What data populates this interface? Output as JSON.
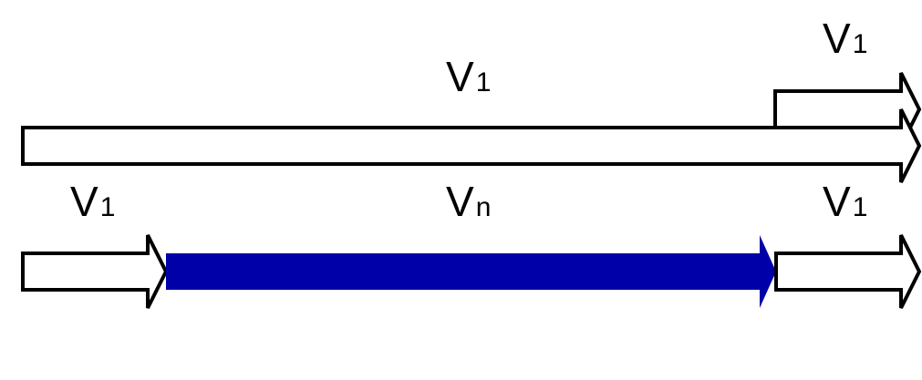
{
  "colors": {
    "outline": "#000000",
    "hollow_fill": "#ffffff",
    "accent_fill": "#0000a8"
  },
  "labels": {
    "top_long": {
      "main": "V",
      "sub": "1"
    },
    "top_right": {
      "main": "V",
      "sub": "1"
    },
    "bottom_left": {
      "main": "V",
      "sub": "1"
    },
    "bottom_middle": {
      "main": "V",
      "sub": "n"
    },
    "bottom_right": {
      "main": "V",
      "sub": "1"
    }
  }
}
